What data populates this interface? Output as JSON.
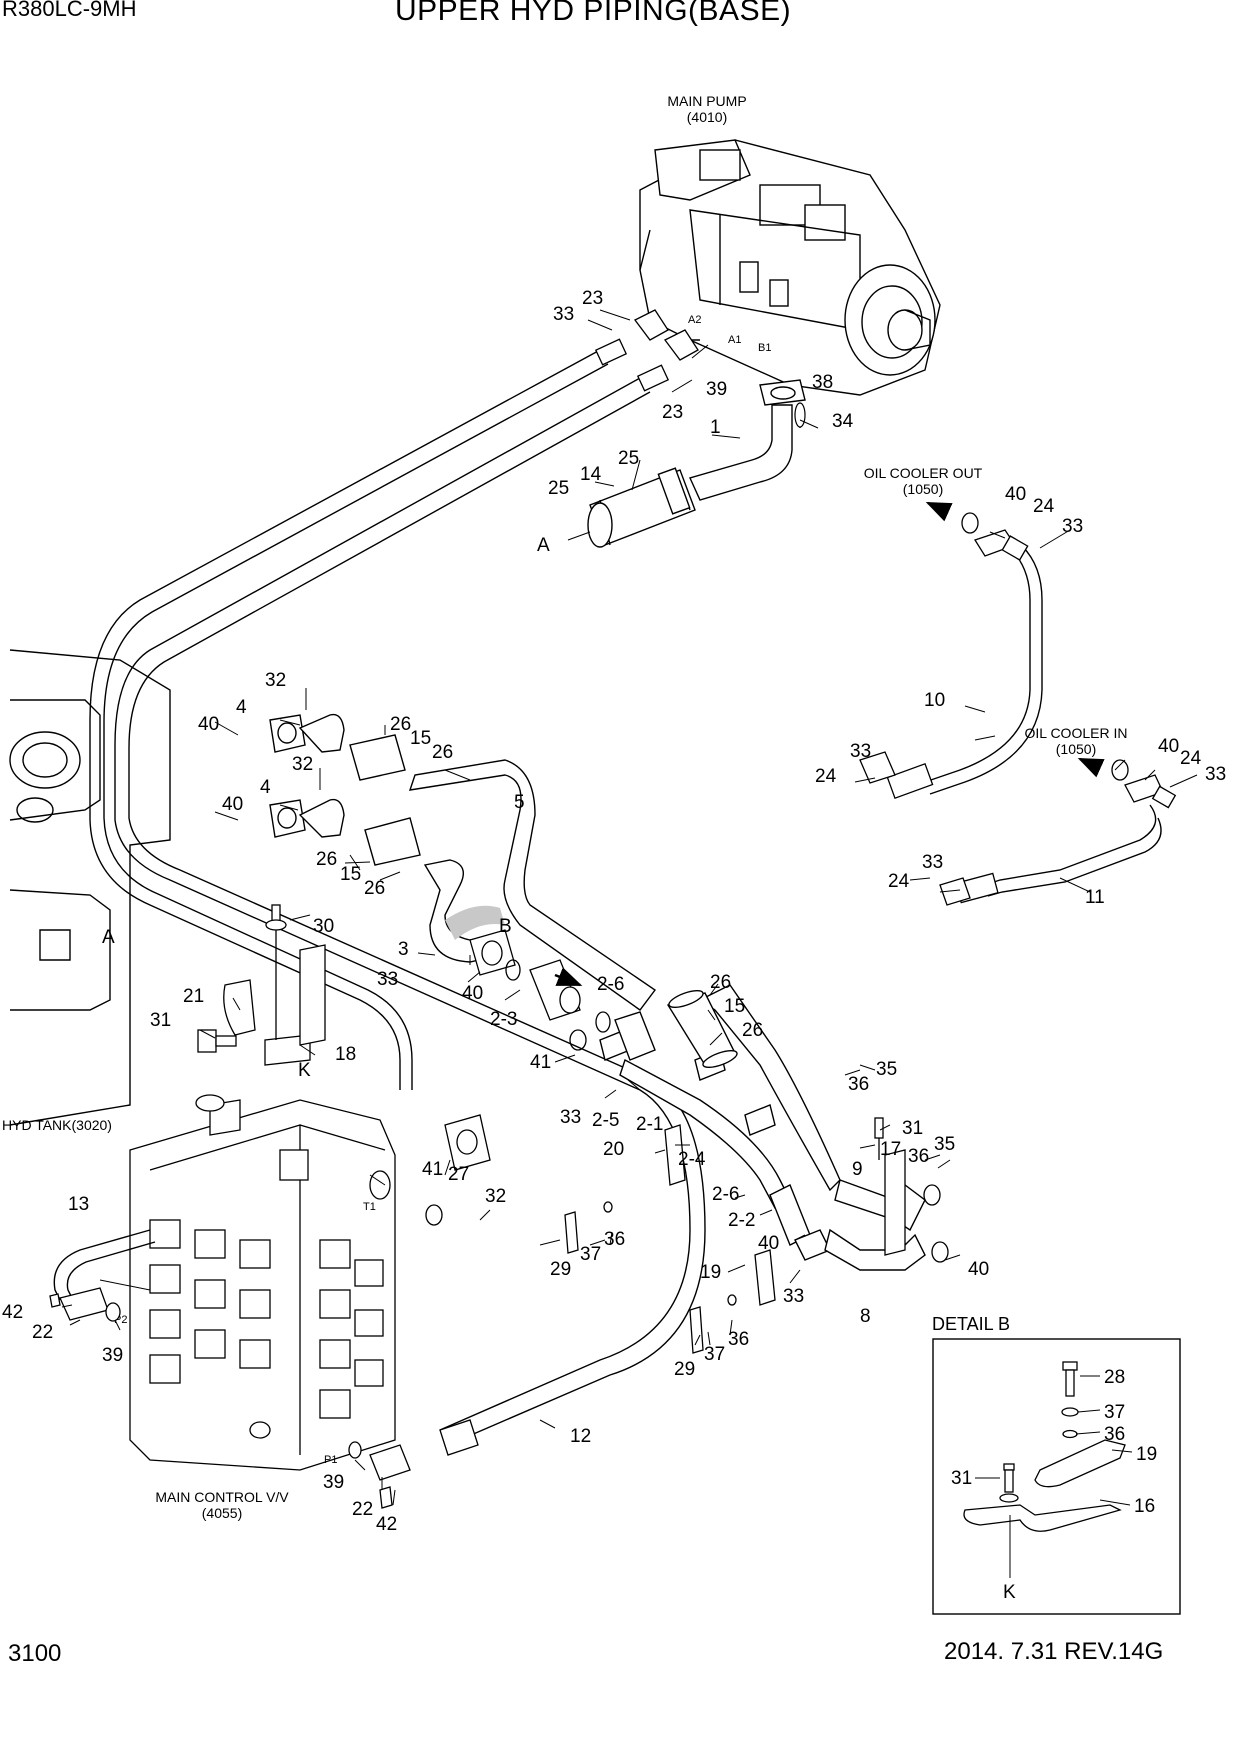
{
  "header": {
    "model": "R380LC-9MH",
    "title": "UPPER HYD PIPING(BASE)"
  },
  "footer": {
    "page_number": "3100",
    "revision": "2014. 7.31  REV.14G"
  },
  "components": {
    "main_pump": {
      "name": "MAIN PUMP",
      "code": "(4010)"
    },
    "oil_cooler_out": {
      "name": "OIL COOLER OUT",
      "code": "(1050)"
    },
    "oil_cooler_in": {
      "name": "OIL COOLER IN",
      "code": "(1050)"
    },
    "hyd_tank": {
      "name": "HYD TANK(3020)"
    },
    "main_control_valve": {
      "name": "MAIN CONTROL V/V",
      "code": "(4055)"
    }
  },
  "port_labels": {
    "a2": "A2",
    "a1": "A1",
    "b1": "B1",
    "t1": "T1",
    "p1": "P1",
    "p2": "P2"
  },
  "ref_labels": {
    "a_top": "A",
    "a_left": "A",
    "b": "B",
    "k": "K",
    "k_detail": "K"
  },
  "detail_b": {
    "title": "DETAIL B",
    "callouts": {
      "p28": "28",
      "p37": "37",
      "p36": "36",
      "p19": "19",
      "p31": "31",
      "p16": "16"
    }
  },
  "callouts": {
    "c33a": "33",
    "c23a": "23",
    "c39a": "39",
    "c23b": "23",
    "c38": "38",
    "c1": "1",
    "c34": "34",
    "c25a": "25",
    "c14": "14",
    "c25b": "25",
    "c40a": "40",
    "c24a": "24",
    "c33b": "33",
    "c10": "10",
    "c33c": "33",
    "c24b": "24",
    "c40b": "40",
    "c24c": "24",
    "c33d": "33",
    "c33e": "33",
    "c24d": "24",
    "c11": "11",
    "c32a": "32",
    "c4a": "4",
    "c40c": "40",
    "c26a": "26",
    "c15a": "15",
    "c26b": "26",
    "c32b": "32",
    "c4b": "4",
    "c40d": "40",
    "c5": "5",
    "c26c": "26",
    "c15b": "15",
    "c26d": "26",
    "c30": "30",
    "c3": "3",
    "c33f": "33",
    "c40e": "40",
    "c2_6a": "2-6",
    "c2_3": "2-3",
    "c41a": "41",
    "c26e": "26",
    "c15c": "15",
    "c26f": "26",
    "c21": "21",
    "c31a": "31",
    "c18": "18",
    "c36a": "36",
    "c35a": "35",
    "c33g": "33",
    "c2_5": "2-5",
    "c2_1": "2-1",
    "c20": "20",
    "c2_4": "2-4",
    "c31b": "31",
    "c17": "17",
    "c36b": "36",
    "c35b": "35",
    "c2_6b": "2-6",
    "c9": "9",
    "c2_2": "2-2",
    "c40f": "40",
    "c19": "19",
    "c33h": "33",
    "c8": "8",
    "c40g": "40",
    "c13": "13",
    "c41b": "41",
    "c27": "27",
    "c32c": "32",
    "c29a": "29",
    "c37a": "37",
    "c36c": "36",
    "c42a": "42",
    "c22a": "22",
    "c39b": "39",
    "c29b": "29",
    "c37b": "37",
    "c36d": "36",
    "c12": "12",
    "c39c": "39",
    "c22b": "22",
    "c42b": "42"
  }
}
